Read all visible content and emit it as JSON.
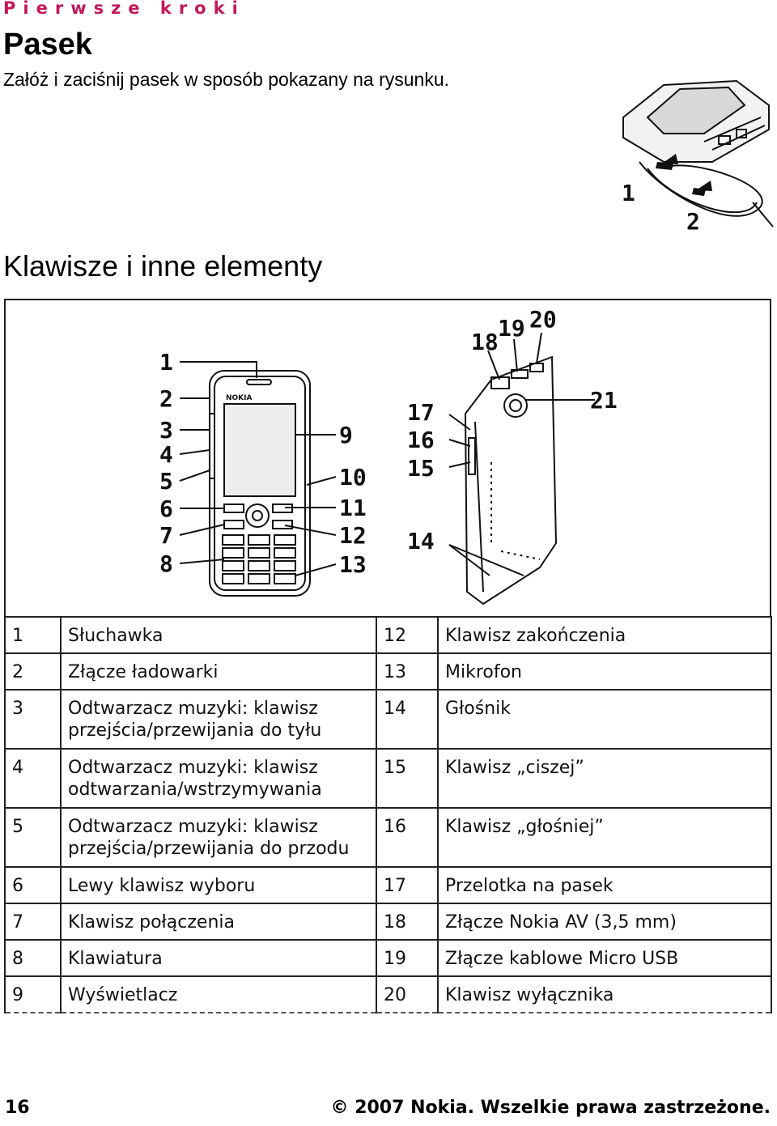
{
  "header": {
    "section": "Pierwsze kroki",
    "title": "Pasek",
    "intro": "Załóż i zaciśnij pasek w sposób pokazany na rysunku."
  },
  "strap_figure": {
    "labels": [
      "1",
      "2"
    ]
  },
  "keys_section": {
    "title": "Klawisze i inne elementy"
  },
  "figure": {
    "front_labels": [
      "1",
      "2",
      "3",
      "4",
      "5",
      "6",
      "7",
      "8",
      "9",
      "10",
      "11",
      "12",
      "13"
    ],
    "back_labels": [
      "18",
      "19",
      "20",
      "21",
      "17",
      "16",
      "15",
      "14"
    ],
    "brand": "NOKIA"
  },
  "legend": [
    {
      "num": "1",
      "text": "Słuchawka",
      "num2": "12",
      "text2": "Klawisz zakończenia"
    },
    {
      "num": "2",
      "text": "Złącze ładowarki",
      "num2": "13",
      "text2": "Mikrofon"
    },
    {
      "num": "3",
      "text": "Odtwarzacz muzyki: klawisz przejścia/przewijania do tyłu",
      "num2": "14",
      "text2": "Głośnik"
    },
    {
      "num": "4",
      "text": "Odtwarzacz muzyki: klawisz odtwarzania/wstrzymywania",
      "num2": "15",
      "text2": "Klawisz „ciszej”"
    },
    {
      "num": "5",
      "text": "Odtwarzacz muzyki: klawisz przejścia/przewijania do przodu",
      "num2": "16",
      "text2": "Klawisz „głośniej”"
    },
    {
      "num": "6",
      "text": "Lewy klawisz wyboru",
      "num2": "17",
      "text2": "Przelotka na pasek"
    },
    {
      "num": "7",
      "text": "Klawisz połączenia",
      "num2": "18",
      "text2": "Złącze Nokia AV (3,5 mm)"
    },
    {
      "num": "8",
      "text": "Klawiatura",
      "num2": "19",
      "text2": "Złącze kablowe Micro USB"
    },
    {
      "num": "9",
      "text": "Wyświetlacz",
      "num2": "20",
      "text2": "Klawisz wyłącznika"
    }
  ],
  "footer": {
    "page": "16",
    "copyright": "© 2007 Nokia. Wszelkie prawa zastrzeżone."
  }
}
